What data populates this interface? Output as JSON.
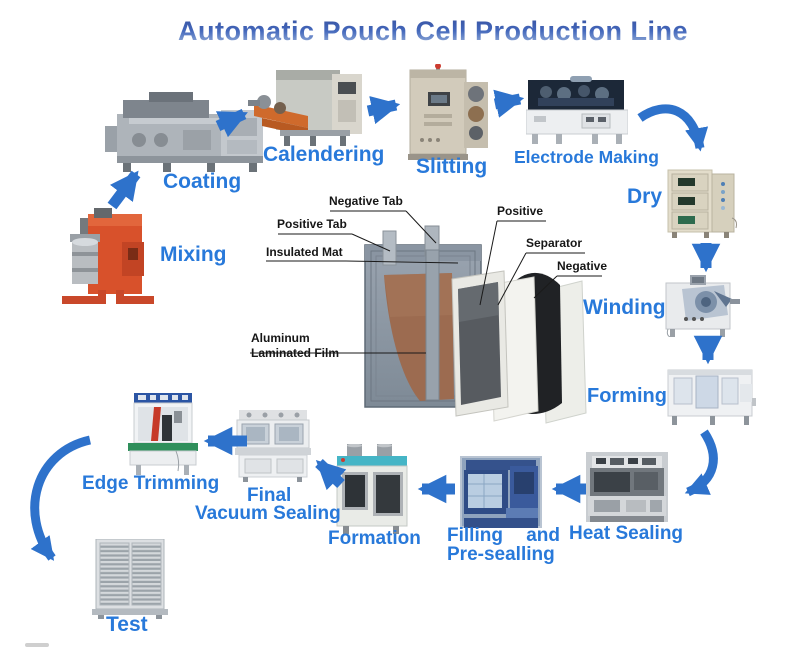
{
  "title": "Automatic Pouch Cell Production Line",
  "colors": {
    "title_blue": "#4468bc",
    "label_blue": "#2879da",
    "arrow_blue": "#2e72cb"
  },
  "flow_sequence": [
    "Mixing",
    "Coating",
    "Calendering",
    "Slitting",
    "Electrode Making",
    "Dry",
    "Winding",
    "Forming",
    "Heat Sealing",
    "Filling and Pre-sealling",
    "Formation",
    "Final Vacuum Sealing",
    "Edge Trimming",
    "Test"
  ],
  "steps": {
    "mixing": "Mixing",
    "coating": "Coating",
    "calendering": "Calendering",
    "slitting": "Slitting",
    "electrode_making": "Electrode Making",
    "dry": "Dry",
    "winding": "Winding",
    "forming": "Forming",
    "heat_sealing": "Heat Sealing",
    "filling_line1": "Filling and",
    "filling_line2": "Pre-sealling",
    "formation": "Formation",
    "final_line1": "Final",
    "final_line2": "Vacuum Sealing",
    "edge_trimming": "Edge Trimming",
    "test": "Test"
  },
  "cell_diagram": {
    "negative_tab": "Negative Tab",
    "positive_tab": "Positive Tab",
    "insulated_mat": "Insulated Mat",
    "positive": "Positive",
    "separator": "Separator",
    "negative": "Negative",
    "aluminum_film_line1": "Aluminum",
    "aluminum_film_line2": "Laminated Film"
  }
}
